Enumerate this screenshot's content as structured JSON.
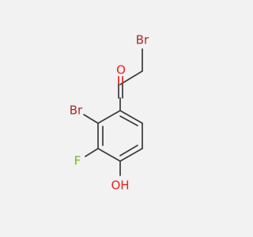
{
  "molecule": {
    "atoms": {
      "br_top": {
        "label": "Br",
        "color": "#a62929"
      },
      "o_carbonyl": {
        "label": "O",
        "color": "#e8221e"
      },
      "br_ring": {
        "label": "Br",
        "color": "#a62929"
      },
      "f_ring": {
        "label": "F",
        "color": "#7ab317"
      },
      "oh": {
        "label": "OH",
        "color": "#e8221e"
      }
    },
    "bond_color": "#3a3a3a",
    "background": "#f2f2f2"
  }
}
